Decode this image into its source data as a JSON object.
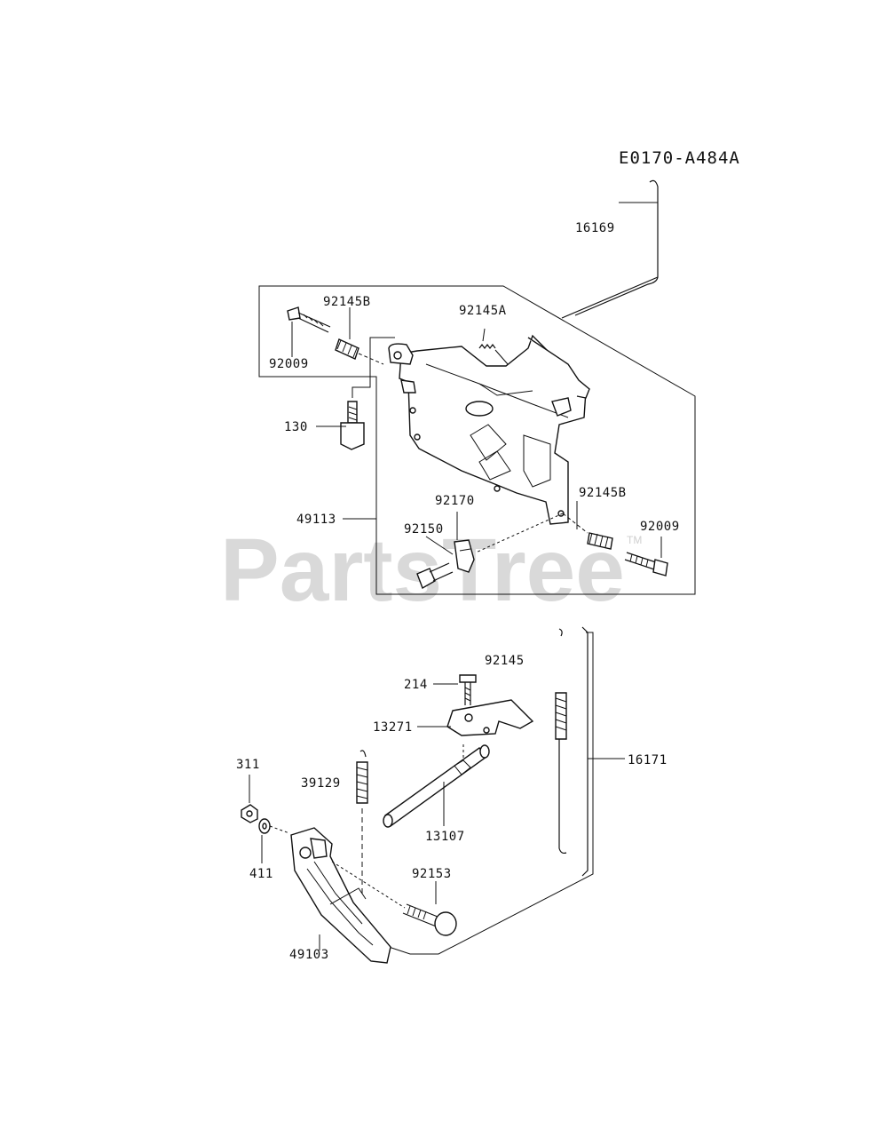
{
  "diagram_code": "E0170-A484A",
  "watermark": {
    "text": "PartsTree",
    "mark": "TM"
  },
  "labels": {
    "p16169": "16169",
    "p92145B_top": "92145B",
    "p92145A": "92145A",
    "p92009_top": "92009",
    "p130": "130",
    "p49113": "49113",
    "p92170": "92170",
    "p92145B_mid": "92145B",
    "p92150": "92150",
    "p92009_mid": "92009",
    "p92145": "92145",
    "p214": "214",
    "p13271": "13271",
    "p16171": "16171",
    "p311": "311",
    "p39129": "39129",
    "p13107": "13107",
    "p411": "411",
    "p92153": "92153",
    "p49103": "49103"
  }
}
